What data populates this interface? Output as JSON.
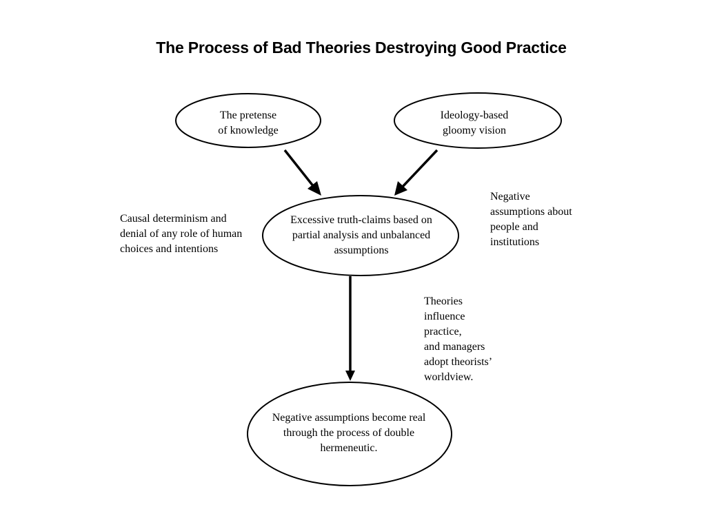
{
  "title": "The Process of Bad Theories Destroying Good Practice",
  "nodes": {
    "pretense": "The pretense\nof knowledge",
    "ideology": "Ideology-based\ngloomy vision",
    "excessive": "Excessive truth-claims based on\npartial analysis and unbalanced\nassumptions",
    "negative_real": "Negative assumptions become real\nthrough the process of double\nhermeneutic."
  },
  "annotations": {
    "causal": "Causal determinism and\ndenial of any role of human\nchoices and intentions",
    "negative_people": "Negative\nassumptions about\npeople and\ninstitutions",
    "theories_influence": "Theories\ninfluence\npractice,\nand managers\nadopt theorists’\nworldview."
  }
}
